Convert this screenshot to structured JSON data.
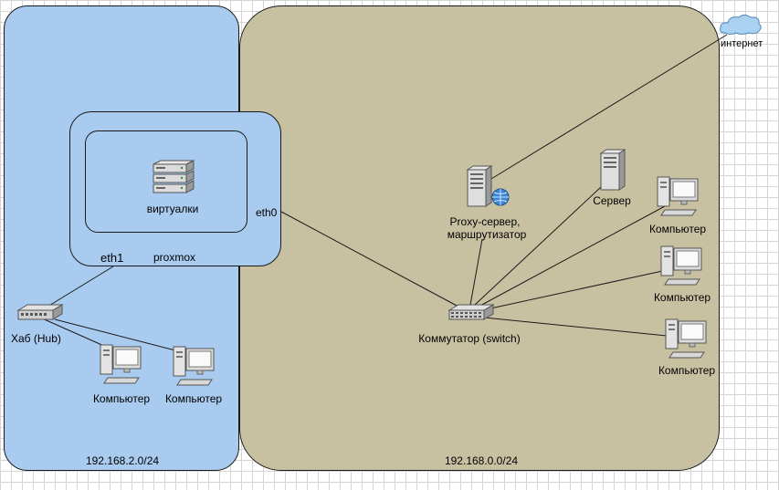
{
  "zones": {
    "left_subnet": "192.168.2.0/24",
    "right_subnet": "192.168.0.0/24"
  },
  "labels": {
    "vms": "виртуалки",
    "proxmox": "proxmox",
    "eth0": "eth0",
    "eth1": "eth1",
    "hub": "Хаб (Hub)",
    "pc_left_1": "Компьютер",
    "pc_left_2": "Компьютер",
    "proxy_line1": "Proxy-сервер,",
    "proxy_line2": "маршрутизатор",
    "server": "Сервер",
    "pc_right_1": "Компьютер",
    "pc_right_2": "Компьютер",
    "pc_right_3": "Компьютер",
    "switch": "Коммутатор (switch)",
    "internet": "интернет"
  },
  "colors": {
    "left_zone": "#a9cbef",
    "right_zone": "#c8c1a1",
    "grid": "#d4d4d4"
  },
  "icons": {
    "vms": "server-rack-icon",
    "hub": "hub-icon",
    "switch": "switch-icon",
    "proxy": "proxy-server-icon",
    "server": "tower-server-icon",
    "computer": "computer-icon",
    "internet": "cloud-icon"
  }
}
